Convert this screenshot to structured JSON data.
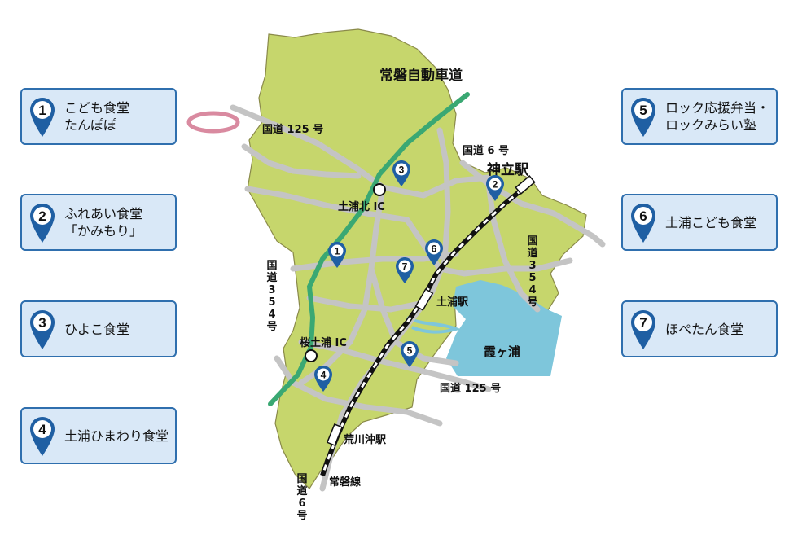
{
  "colors": {
    "land": "#c6d66c",
    "land_border": "#8a8a4a",
    "road": "#bfbfbf",
    "expressway": "#3aa873",
    "lake": "#7ec6db",
    "pin": "#1f5fa3",
    "card_bg": "#d9e8f7",
    "card_border": "#2f6fae"
  },
  "cards": [
    {
      "num": "1",
      "lines": [
        "こども食堂",
        "たんぽぽ"
      ]
    },
    {
      "num": "2",
      "lines": [
        "ふれあい食堂",
        "「かみもり」"
      ]
    },
    {
      "num": "3",
      "lines": [
        "ひよこ食堂"
      ]
    },
    {
      "num": "4",
      "lines": [
        "土浦ひまわり食堂"
      ]
    },
    {
      "num": "5",
      "lines": [
        "ロック応援弁当・",
        "ロックみらい塾"
      ]
    },
    {
      "num": "6",
      "lines": [
        "土浦こども食堂"
      ]
    },
    {
      "num": "7",
      "lines": [
        "ほぺたん食堂"
      ]
    }
  ],
  "map": {
    "expressway_label": "常磐自動車道",
    "route125_north": "国道 125 号",
    "route6_north": "国道 6 号",
    "station_kandatsu": "神立駅",
    "ic_north": "土浦北 IC",
    "route354_west": "国道354号",
    "route354_east": "国道354号",
    "station_tsuchiura": "土浦駅",
    "ic_sakura": "桜土浦 IC",
    "lake": "霞ヶ浦",
    "route125_south": "国道 125 号",
    "station_arakawaoki": "荒川沖駅",
    "joban_line": "常磐線",
    "route6_south": "国道6号"
  },
  "markers": [
    "1",
    "2",
    "3",
    "4",
    "5",
    "6",
    "7"
  ]
}
